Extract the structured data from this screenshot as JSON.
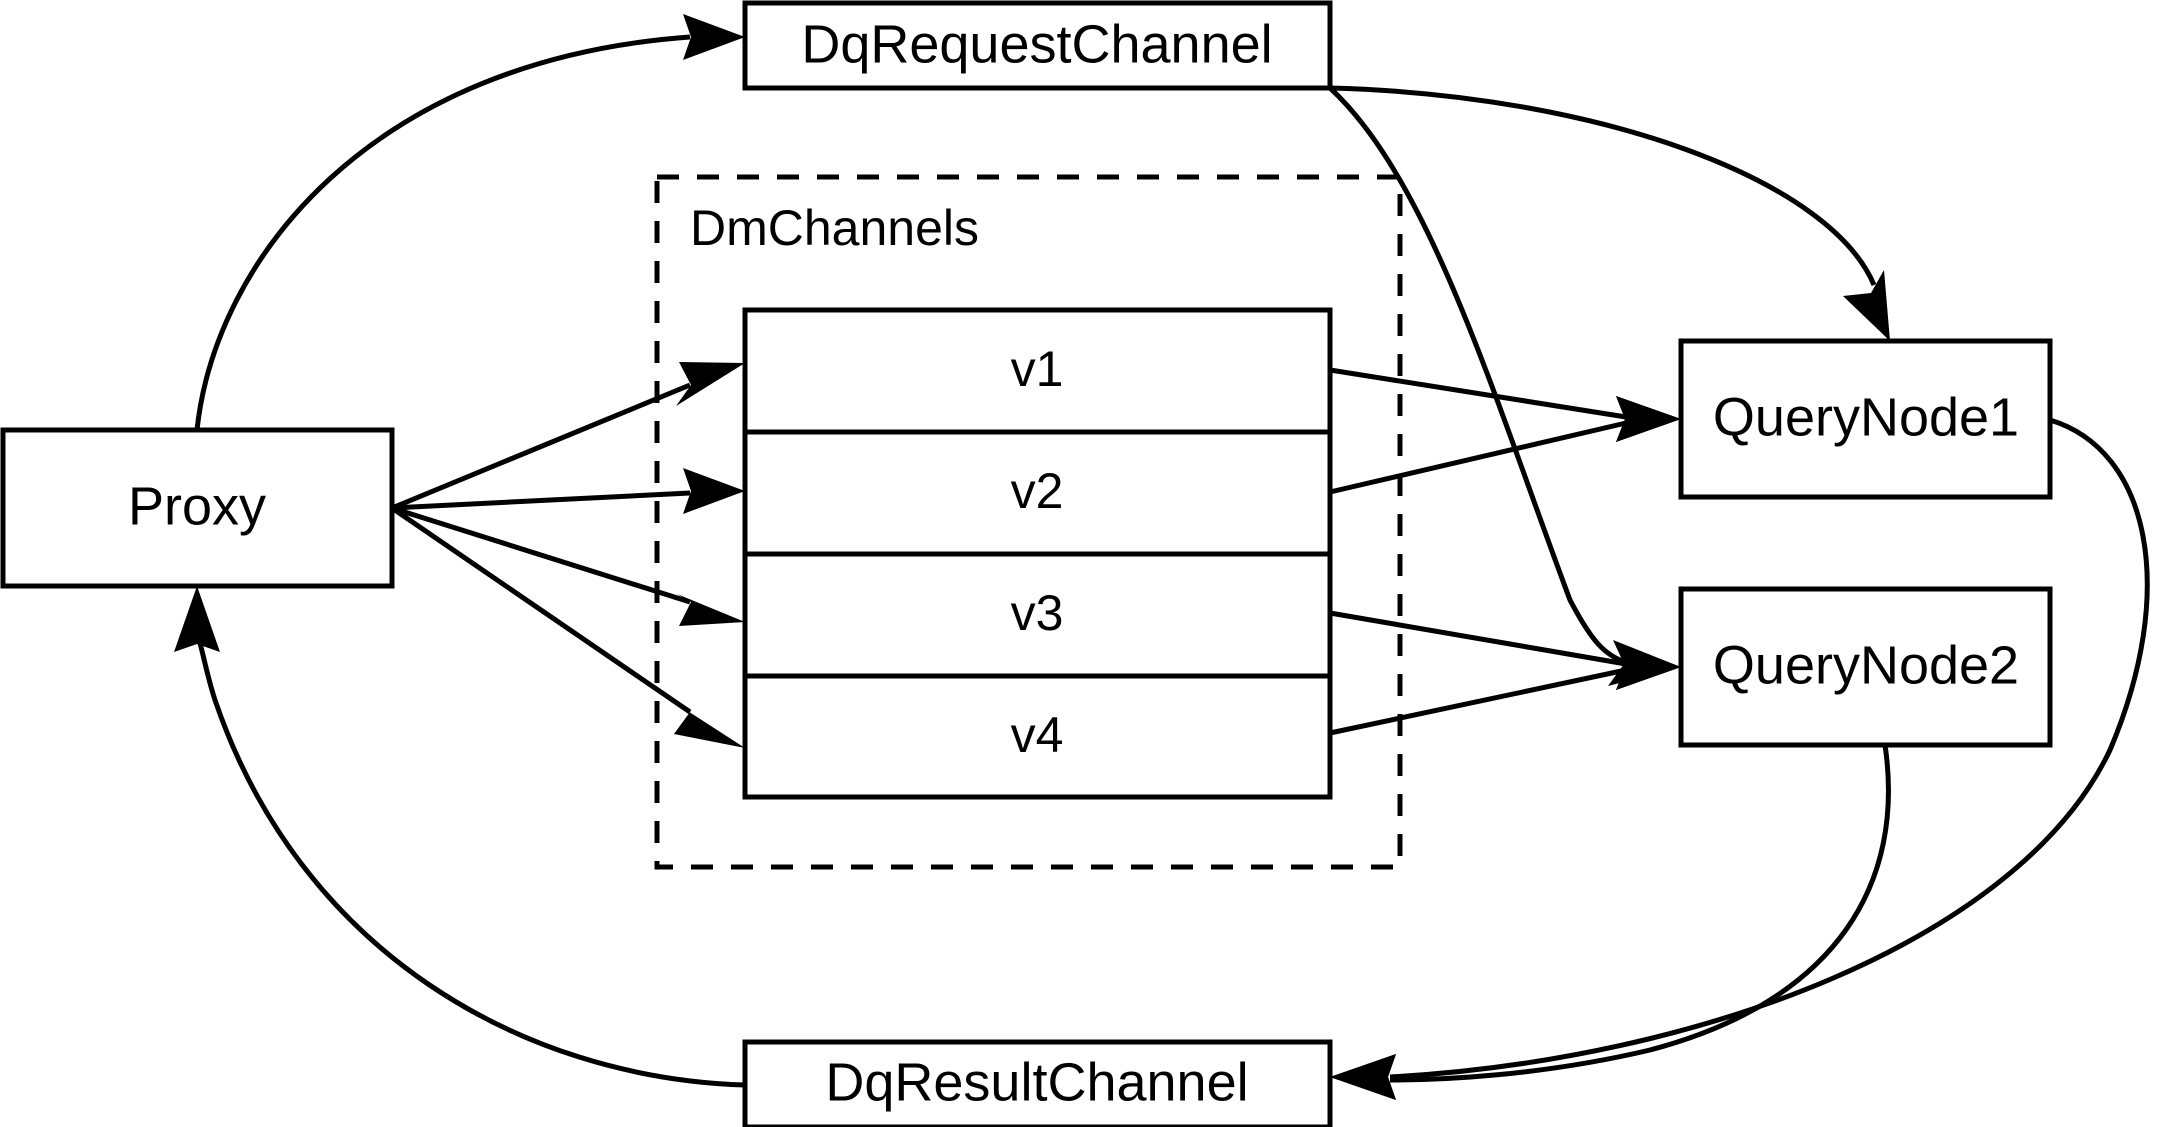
{
  "diagram": {
    "type": "architecture-flow-diagram",
    "background_color": "#ffffff",
    "line_color": "#000000",
    "nodes": {
      "proxy": {
        "label": "Proxy"
      },
      "dq_request_channel": {
        "label": "DqRequestChannel"
      },
      "dq_result_channel": {
        "label": "DqResultChannel"
      },
      "query_node_1": {
        "label": "QueryNode1"
      },
      "query_node_2": {
        "label": "QueryNode2"
      }
    },
    "group": {
      "label": "DmChannels",
      "style": "dashed",
      "rows": [
        {
          "label": "v1"
        },
        {
          "label": "v2"
        },
        {
          "label": "v3"
        },
        {
          "label": "v4"
        }
      ]
    },
    "edges": [
      {
        "from": "Proxy",
        "to": "DqRequestChannel",
        "style": "curved"
      },
      {
        "from": "Proxy",
        "to": "v1",
        "style": "straight"
      },
      {
        "from": "Proxy",
        "to": "v2",
        "style": "straight"
      },
      {
        "from": "Proxy",
        "to": "v3",
        "style": "straight"
      },
      {
        "from": "Proxy",
        "to": "v4",
        "style": "straight"
      },
      {
        "from": "DqRequestChannel",
        "to": "QueryNode1",
        "style": "curved"
      },
      {
        "from": "DqRequestChannel",
        "to": "QueryNode2",
        "style": "curved"
      },
      {
        "from": "v1",
        "to": "QueryNode1",
        "style": "straight"
      },
      {
        "from": "v2",
        "to": "QueryNode1",
        "style": "straight"
      },
      {
        "from": "v3",
        "to": "QueryNode2",
        "style": "straight"
      },
      {
        "from": "v4",
        "to": "QueryNode2",
        "style": "straight"
      },
      {
        "from": "QueryNode1",
        "to": "DqResultChannel",
        "style": "curved"
      },
      {
        "from": "QueryNode2",
        "to": "DqResultChannel",
        "style": "curved"
      },
      {
        "from": "DqResultChannel",
        "to": "Proxy",
        "style": "curved"
      }
    ]
  }
}
